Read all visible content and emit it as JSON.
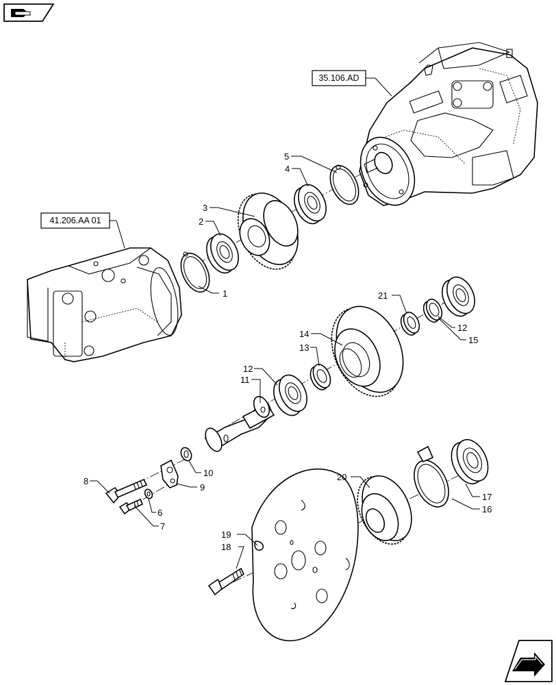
{
  "references": [
    {
      "id": "ref-pump",
      "text": "35.106.AD"
    },
    {
      "id": "ref-motor",
      "text": "41.206.AA 01"
    }
  ],
  "callouts": [
    "1",
    "2",
    "3",
    "4",
    "5",
    "6",
    "7",
    "8",
    "9",
    "10",
    "11",
    "12",
    "12",
    "13",
    "14",
    "15",
    "16",
    "17",
    "18",
    "19",
    "20",
    "21"
  ],
  "icons": {
    "top_left": "book-nav-icon",
    "bottom_right": "next-page-arrow-icon"
  }
}
